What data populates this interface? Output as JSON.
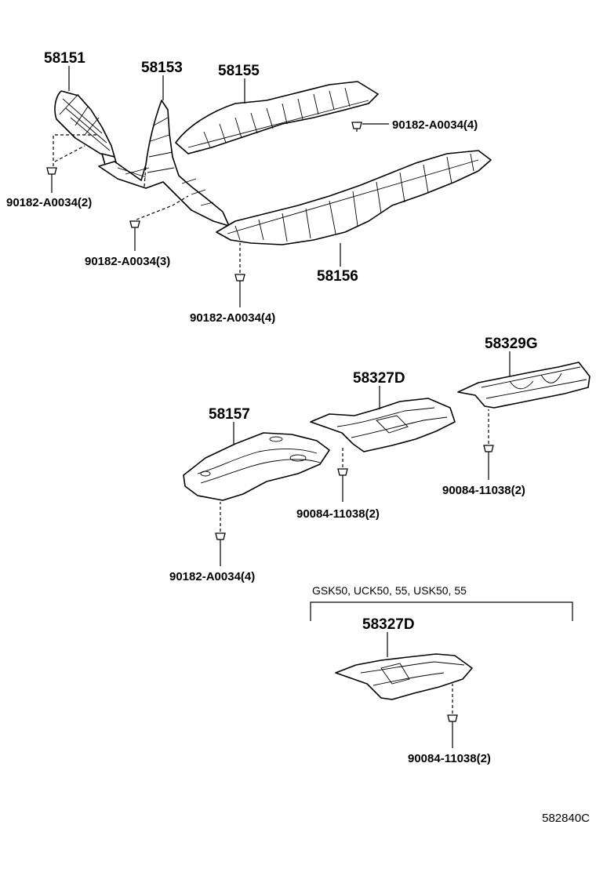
{
  "parts": {
    "p58151": "58151",
    "p58153": "58153",
    "p58155": "58155",
    "p58156": "58156",
    "p58157": "58157",
    "p58327D_a": "58327D",
    "p58329G": "58329G",
    "p58327D_b": "58327D"
  },
  "fasteners": {
    "f1": "90182-A0034(4)",
    "f2": "90182-A0034(2)",
    "f3": "90182-A0034(3)",
    "f4": "90182-A0034(4)",
    "f5": "90182-A0034(4)",
    "f6": "90084-11038(2)",
    "f7": "90084-11038(2)",
    "f8": "90084-11038(2)"
  },
  "variant_note": "GSK50, UCK50, 55, USK50, 55",
  "diagram_code": "582840C"
}
